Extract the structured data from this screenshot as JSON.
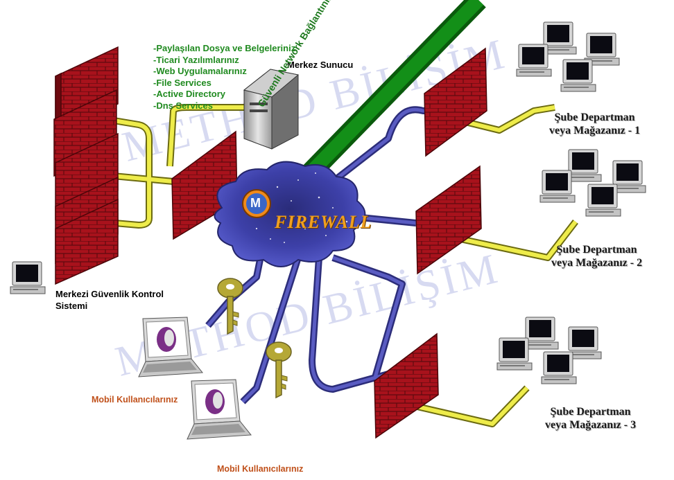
{
  "services": {
    "items": [
      "-Paylaşılan Dosya ve Belgeleriniz",
      "-Ticari Yazılımlarınız",
      "-Web Uygulamalarınız",
      "-File Services",
      "-Active Directory",
      "-Dns Services"
    ]
  },
  "server": {
    "label": "Merkez Sunucu"
  },
  "security": {
    "line1": "Merkezi Güvenlik Kontrol",
    "line2": "Sistemi"
  },
  "network": {
    "label": "Güvenli Network Bağlantınız ve Internet"
  },
  "firewall": {
    "label": "FIREWALL",
    "logo_letter": "M"
  },
  "mobile": {
    "label1": "Mobil Kullanıcılarınız",
    "label2": "Mobil Kullanıcılarınız"
  },
  "branches": [
    {
      "line1": "Şube Departman",
      "line2": "veya Mağazanız - 1"
    },
    {
      "line1": "Şube Departman",
      "line2": "veya Mağazanız - 2"
    },
    {
      "line1": "Şube Departman",
      "line2": "veya Mağazanız - 3"
    }
  ],
  "watermark": {
    "text": "METHOD BİLİŞİM"
  },
  "colors": {
    "brick": "#b3141e",
    "cable_blue": "#3d3f9c",
    "cable_yellow": "#e8e64a",
    "internet_green": "#0f7a12",
    "cloud": "#4a4db8"
  }
}
